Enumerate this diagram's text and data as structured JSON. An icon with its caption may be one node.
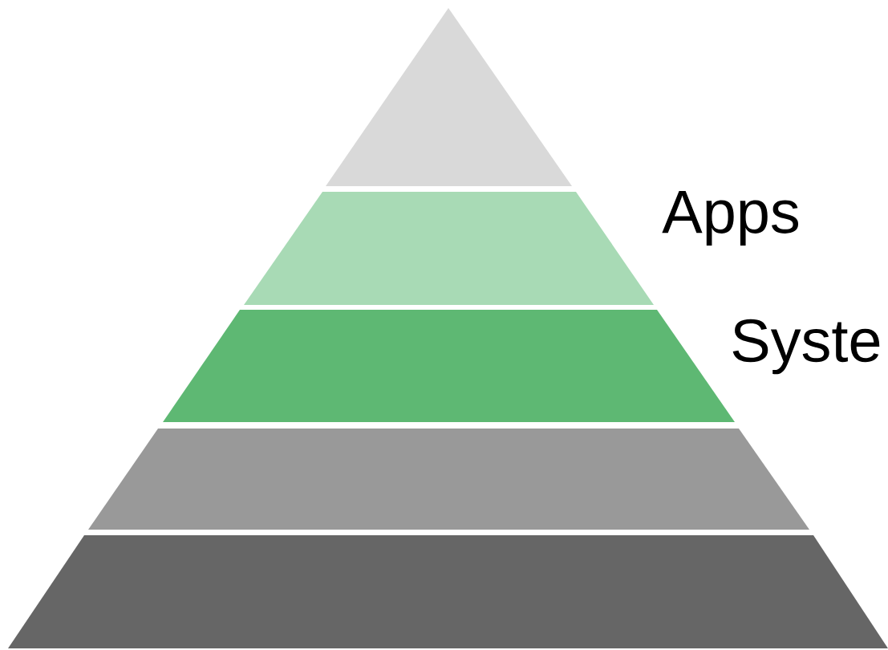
{
  "diagram": {
    "nodes": [
      {
        "text": [],
        "shape": "triangle"
      },
      {
        "text": [],
        "shape": "band"
      },
      {
        "text": [],
        "shape": "band"
      },
      {
        "text": [],
        "shape": "band"
      },
      {
        "text": [],
        "shape": "band"
      }
    ],
    "labels": [
      "Apps",
      "Syste"
    ]
  }
}
